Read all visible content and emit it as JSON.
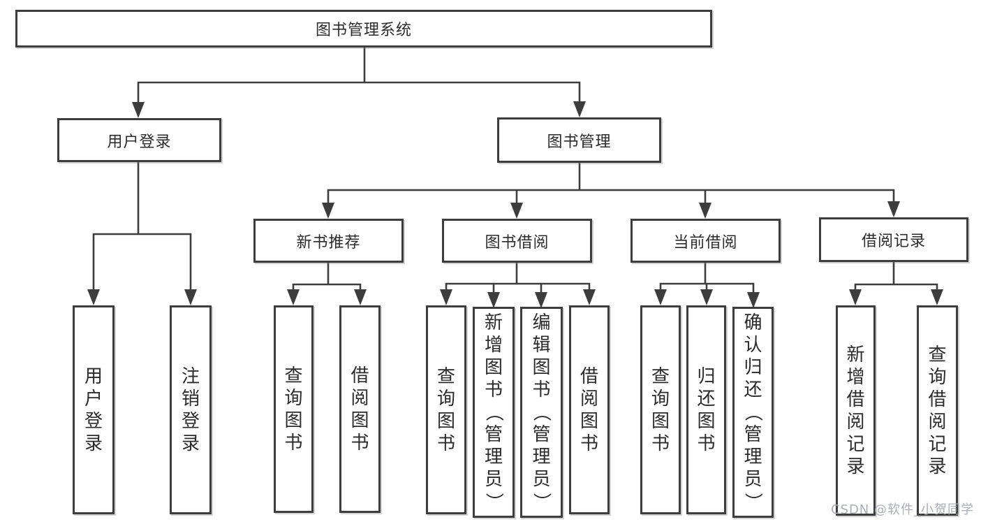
{
  "title": "图书管理系统",
  "watermark": "CSDN @软件_小贺同学",
  "colors": {
    "line": "#3d3d3d",
    "text": "#2b2b2b",
    "box_background": "#ffffff",
    "watermark": "#a9aeb9"
  },
  "level2": {
    "user_login": "用户登录",
    "book_mgmt": "图书管理"
  },
  "level3": {
    "new_book_rec": "新书推荐",
    "book_borrow": "图书借阅",
    "current_borrow": "当前借阅",
    "borrow_records": "借阅记录"
  },
  "leaves": {
    "user_login": [
      "用户登录",
      "注销登录"
    ],
    "new_book_rec": [
      "查询图书",
      "借阅图书"
    ],
    "book_borrow": [
      "查询图书",
      "新增图书（管理员）",
      "编辑图书（管理员）",
      "借阅图书"
    ],
    "current_borrow": [
      "查询图书",
      "归还图书",
      "确认归还（管理员）"
    ],
    "borrow_records": [
      "新增借阅记录",
      "查询借阅记录"
    ]
  }
}
